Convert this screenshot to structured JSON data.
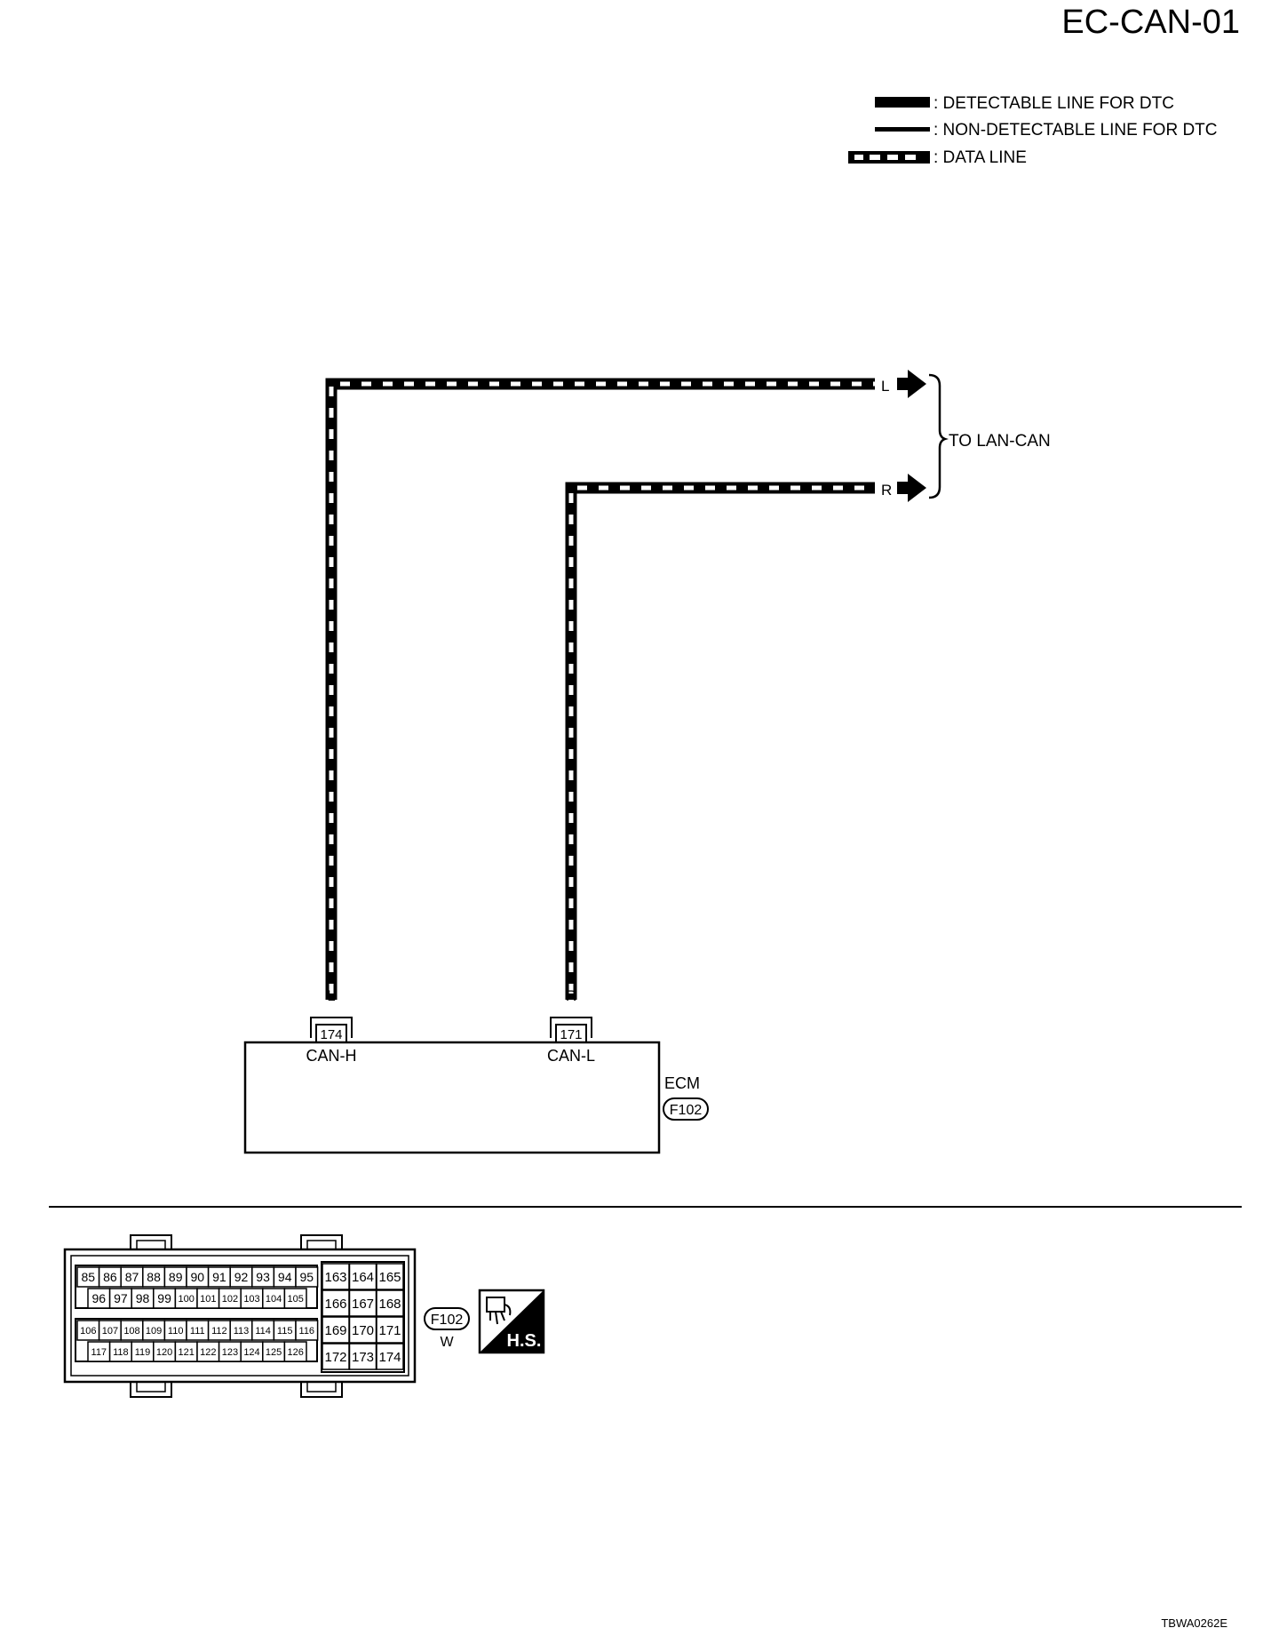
{
  "page": {
    "title": "EC-CAN-01",
    "doc_id": "TBWA0262E"
  },
  "legend": [
    {
      "style": "detectable",
      "label": ": DETECTABLE LINE FOR DTC"
    },
    {
      "style": "non-detectable",
      "label": ": NON-DETECTABLE LINE FOR DTC"
    },
    {
      "style": "data",
      "label": ": DATA LINE"
    }
  ],
  "wiring": {
    "destination": "TO LAN-CAN",
    "wires": [
      {
        "color_code": "L",
        "terminal": "174",
        "signal": "CAN-H"
      },
      {
        "color_code": "R",
        "terminal": "171",
        "signal": "CAN-L"
      }
    ]
  },
  "ecm": {
    "name": "ECM",
    "connector": "F102"
  },
  "connector_view": {
    "connector": "F102",
    "color": "W",
    "hs_label": "H.S.",
    "hs_icon": "connector-harness-side-icon",
    "left_rows": [
      [
        "85",
        "86",
        "87",
        "88",
        "89",
        "90",
        "91",
        "92",
        "93",
        "94",
        "95"
      ],
      [
        "96",
        "97",
        "98",
        "99",
        "100",
        "101",
        "102",
        "103",
        "104",
        "105"
      ],
      [
        "106",
        "107",
        "108",
        "109",
        "110",
        "111",
        "112",
        "113",
        "114",
        "115",
        "116"
      ],
      [
        "117",
        "118",
        "119",
        "120",
        "121",
        "122",
        "123",
        "124",
        "125",
        "126"
      ]
    ],
    "right_rows": [
      [
        "163",
        "164",
        "165"
      ],
      [
        "166",
        "167",
        "168"
      ],
      [
        "169",
        "170",
        "171"
      ],
      [
        "172",
        "173",
        "174"
      ]
    ]
  }
}
